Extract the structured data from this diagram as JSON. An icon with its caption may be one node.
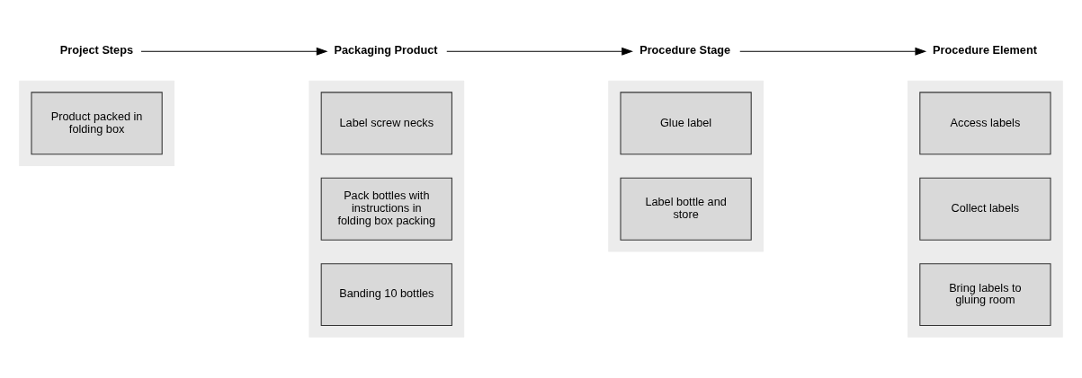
{
  "diagram": {
    "nodes": [
      {
        "text": [
          "Project Steps"
        ]
      },
      {
        "text": [
          "Packaging Product"
        ]
      },
      {
        "text": [
          "Procedure Stage"
        ]
      },
      {
        "text": [
          "Procedure Element"
        ]
      },
      {
        "text": [],
        "shape": "bar"
      },
      {
        "text": [
          "Product packed in folding box"
        ],
        "in": 4
      },
      {
        "text": [],
        "shape": "bar"
      },
      {
        "text": [
          "Label screw necks"
        ],
        "in": 6
      },
      {
        "text": [
          "Pack bottles with instructions in folding box packing"
        ],
        "in": 6
      },
      {
        "text": [
          "Banding 10 bottles"
        ],
        "in": 6
      },
      {
        "text": [],
        "shape": "bar"
      },
      {
        "text": [
          "Glue label"
        ],
        "in": 10
      },
      {
        "text": [
          "Label bottle and store"
        ],
        "in": 10
      },
      {
        "text": [],
        "shape": "bar"
      },
      {
        "text": [
          "Access labels"
        ],
        "in": 13
      },
      {
        "text": [
          "Collect labels"
        ],
        "in": 13
      },
      {
        "text": [
          "Bring labels to gluing room"
        ],
        "in": 13
      }
    ],
    "edges": [
      {
        "from": 0,
        "to": 1,
        "arrow": "to"
      },
      {
        "from": 1,
        "to": 2,
        "arrow": "to"
      },
      {
        "from": 2,
        "to": 3,
        "arrow": "to"
      }
    ]
  }
}
